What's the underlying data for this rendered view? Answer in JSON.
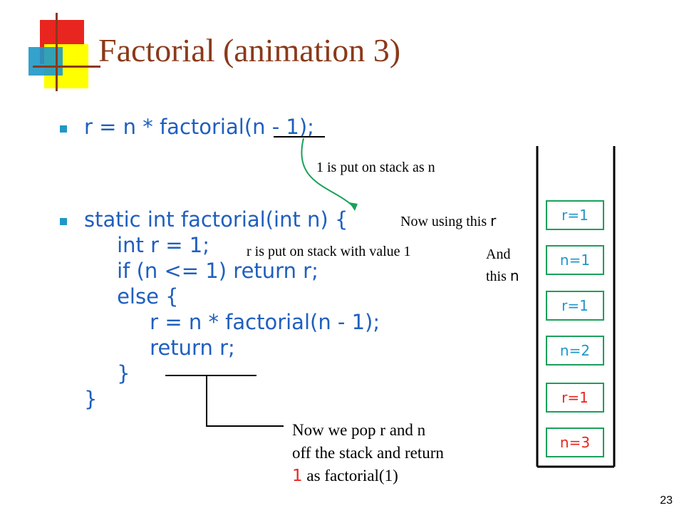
{
  "title": "Factorial (animation 3)",
  "code_line1": "r = n * factorial(n - 1);",
  "code_block": [
    "static int factorial(int n) {",
    "     int r = 1;",
    "     if (n <= 1) return r;",
    "     else {",
    "          r = n * factorial(n - 1);",
    "          return r;",
    "     }",
    "}"
  ],
  "annotations": {
    "put_on_stack": "1 is put on stack as n",
    "now_using_prefix": "Now using this ",
    "now_using_var": "r",
    "r_put_on_stack": "r is put on stack with value 1",
    "and_line1": "And",
    "and_line2_prefix": "this ",
    "and_line2_var": "n",
    "pop_line1": "Now we pop r and n",
    "pop_line2": "off the stack and return",
    "pop_line3_value": "1",
    "pop_line3_rest": " as factorial(1)"
  },
  "stack": [
    {
      "label": "r=1",
      "color": "#1f97c8"
    },
    {
      "label": "n=1",
      "color": "#1f97c8"
    },
    {
      "label": "r=1",
      "color": "#1f97c8"
    },
    {
      "label": "n=2",
      "color": "#1f97c8"
    },
    {
      "label": "r=1",
      "color": "#e8251f"
    },
    {
      "label": "n=3",
      "color": "#e8251f"
    }
  ],
  "slide_number": "23",
  "colors": {
    "code": "#1f5fbf",
    "title": "#8a3a1a",
    "stack_border": "#1aa05a",
    "arrow": "#1aa05a"
  }
}
